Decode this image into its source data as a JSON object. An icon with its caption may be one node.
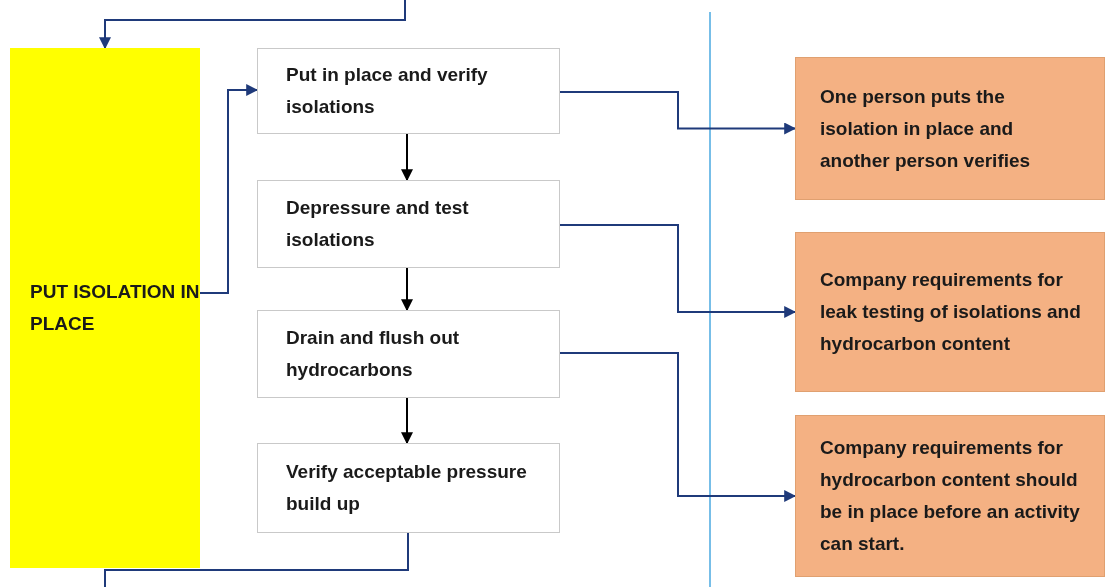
{
  "diagram": {
    "nodes": [
      {
        "text": [
          "PUT ISOLATION IN PLACE"
        ]
      },
      {
        "text": [
          "Put in place and verify isolations"
        ]
      },
      {
        "text": [
          "Depressure and test isolations"
        ]
      },
      {
        "text": [
          "Drain and flush out hydrocarbons"
        ]
      },
      {
        "text": [
          "Verify acceptable pressure build up"
        ]
      },
      {
        "text": [
          "One person puts the isolation in place and another person verifies"
        ]
      },
      {
        "text": [
          "Company requirements for leak testing of isolations and hydrocarbon content"
        ]
      },
      {
        "text": [
          "Company requirements for hydrocarbon content should be in place before an activity can start."
        ]
      }
    ],
    "edges": [
      {
        "from": null,
        "to": 0,
        "arrow": "to"
      },
      {
        "from": 0,
        "to": 1,
        "arrow": "to"
      },
      {
        "from": 1,
        "to": 2,
        "arrow": "to",
        "color": "#000000"
      },
      {
        "from": 2,
        "to": 3,
        "arrow": "to",
        "color": "#000000"
      },
      {
        "from": 3,
        "to": 4,
        "arrow": "to",
        "color": "#000000"
      },
      {
        "from": 1,
        "to": 5,
        "arrow": "to"
      },
      {
        "from": 2,
        "to": 6,
        "arrow": "to"
      },
      {
        "from": 3,
        "to": 7,
        "arrow": "to"
      },
      {
        "from": 4,
        "to": null,
        "arrow": "none"
      }
    ]
  }
}
